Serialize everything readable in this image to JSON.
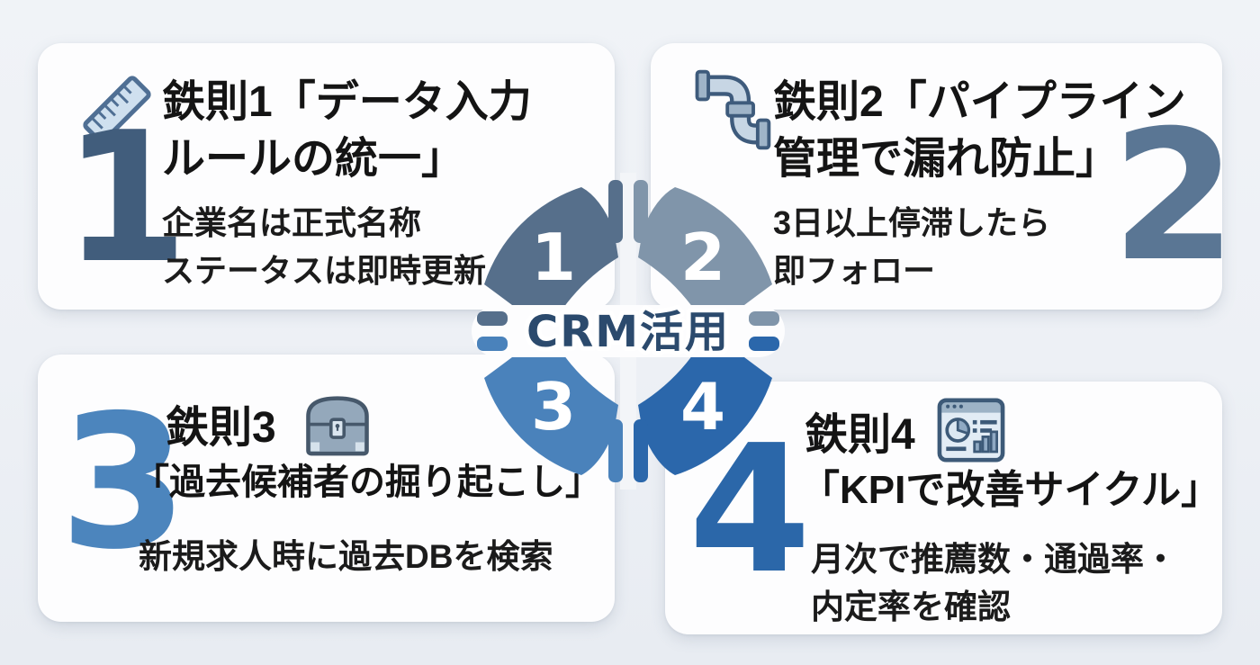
{
  "page": {
    "background": "#eef1f5"
  },
  "center": {
    "label": "CRM活用",
    "label_color": "#2b4a6d",
    "band_color": "#fdfdfe",
    "segments": [
      {
        "number": "1",
        "color": "#566f8b"
      },
      {
        "number": "2",
        "color": "#8095aa"
      },
      {
        "number": "3",
        "color": "#4a82bb"
      },
      {
        "number": "4",
        "color": "#2b67ab"
      }
    ]
  },
  "cards": [
    {
      "number": "1",
      "number_color": "#415d7c",
      "icon": "ruler-icon",
      "title_line1": "鉄則1「データ入力",
      "title_line2": "ルールの統一」",
      "subtitle_line1": "企業名は正式名称",
      "subtitle_line2": "ステータスは即時更新"
    },
    {
      "number": "2",
      "number_color": "#5a7694",
      "icon": "pipe-icon",
      "title_line1": "鉄則2「パイプライン",
      "title_line2": "管理で漏れ防止」",
      "subtitle_line1": "3日以上停滞したら",
      "subtitle_line2": "即フォロー"
    },
    {
      "number": "3",
      "number_color": "#4c85bd",
      "icon": "treasure-chest-icon",
      "title_line1": "鉄則3",
      "title_line2": "「過去候補者の掘り起こし」",
      "subtitle_line1": "新規求人時に過去DBを検索"
    },
    {
      "number": "4",
      "number_color": "#2b67a9",
      "icon": "kpi-dashboard-icon",
      "title_line1": "鉄則4",
      "title_line2": "「KPIで改善サイクル」",
      "subtitle_line1": "月次で推薦数・通過率・",
      "subtitle_line2": "内定率を確認"
    }
  ]
}
